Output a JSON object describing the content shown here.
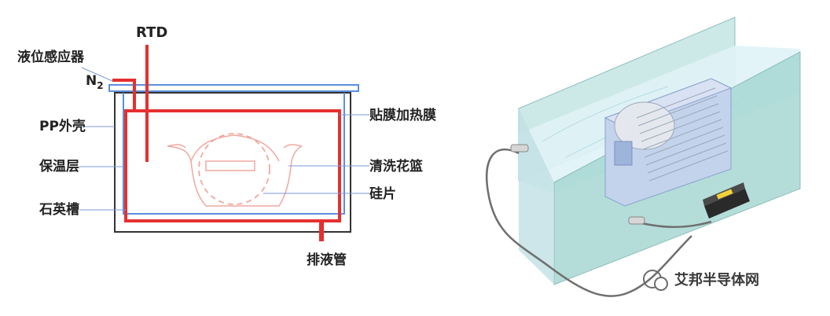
{
  "diagram": {
    "labels": {
      "rtd": "RTD",
      "level_sensor": "液位感应器",
      "n2_main": "N",
      "n2_sub": "2",
      "pp_shell": "PP外壳",
      "insulation": "保温层",
      "quartz_tank": "石英槽",
      "heating_film": "贴膜加热膜",
      "cleaning_basket": "清洗花篮",
      "wafer": "硅片",
      "drain_pipe": "排液管"
    },
    "watermark": {
      "text": "艾邦半导体网"
    },
    "colors": {
      "heater_red": "#e53030",
      "insulation_blue": "#5b8fe0",
      "pp_shell": "#333333",
      "basket_pink": "#f0a8a0",
      "leader_line": "#7a9ad8",
      "tank_glass": "#bfe3e0",
      "water": "#d5eef4"
    }
  }
}
